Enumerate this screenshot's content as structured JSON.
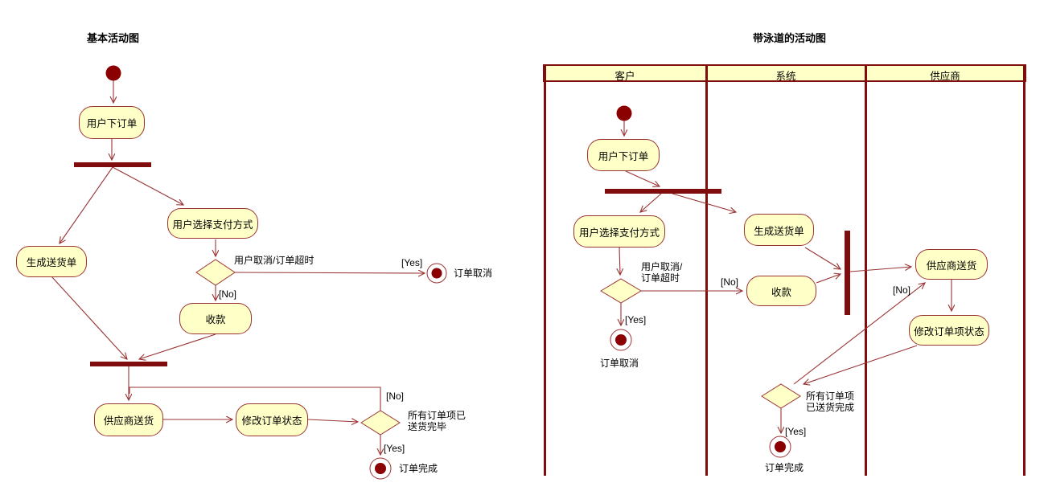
{
  "colors": {
    "node_fill": "#FFFFC8",
    "node_border": "#9C3333",
    "edge_line": "#993333",
    "sync_bar": "#7F0D0D",
    "start_end_fill": "#8B0000",
    "lane_header_fill": "#FFFFC8",
    "text": "#000000"
  },
  "left": {
    "title": "基本活动图",
    "nodes": {
      "place_order": "用户下订单",
      "choose_payment": "用户选择支付方式",
      "generate_delivery": "生成送货单",
      "collect_payment": "收款",
      "supplier_deliver": "供应商送货",
      "update_order_status": "修改订单状态"
    },
    "labels": {
      "cancel_condition": "用户取消/订单超时",
      "guard_yes_cancel": "[Yes]",
      "guard_no_pay": "[No]",
      "end_cancelled": "订单取消",
      "guard_no_loop": "[No]",
      "all_delivered_l1": "所有订单项已",
      "all_delivered_l2": "送货完毕",
      "guard_yes_done": "[Yes]",
      "end_complete": "订单完成"
    }
  },
  "right": {
    "title": "带泳道的活动图",
    "lanes": [
      "客户",
      "系统",
      "供应商"
    ],
    "nodes": {
      "place_order": "用户下订单",
      "choose_payment": "用户选择支付方式",
      "generate_delivery": "生成送货单",
      "collect_payment": "收款",
      "supplier_deliver": "供应商送货",
      "update_item_status": "修改订单项状态"
    },
    "labels": {
      "cancel_condition_l1": "用户取消/",
      "cancel_condition_l2": "订单超时",
      "guard_no_pay": "[No]",
      "guard_yes_cancel": "[Yes]",
      "end_cancelled": "订单取消",
      "guard_no_loop": "[No]",
      "all_delivered_l1": "所有订单项",
      "all_delivered_l2": "已送货完成",
      "guard_yes_done": "[Yes]",
      "end_complete": "订单完成"
    }
  }
}
